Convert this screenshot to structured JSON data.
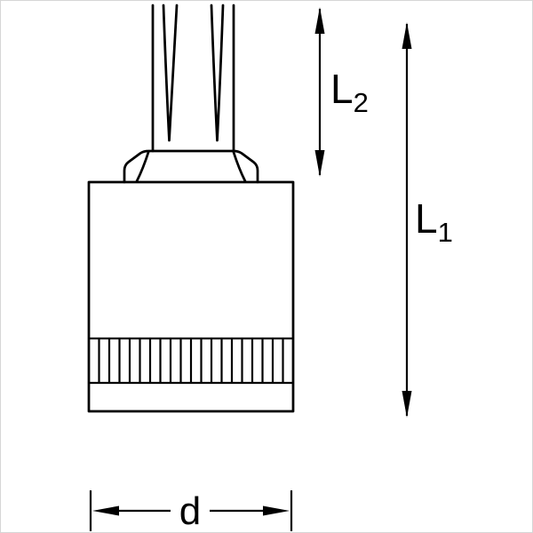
{
  "diagram": {
    "background_color": "#ffffff",
    "line_color": "#000000",
    "dimension_labels": {
      "l2": {
        "letter": "L",
        "subscript": "2"
      },
      "l1": {
        "letter": "L",
        "subscript": "1"
      },
      "d": {
        "letter": "d"
      }
    },
    "knurl": {
      "line_count": 19
    }
  }
}
